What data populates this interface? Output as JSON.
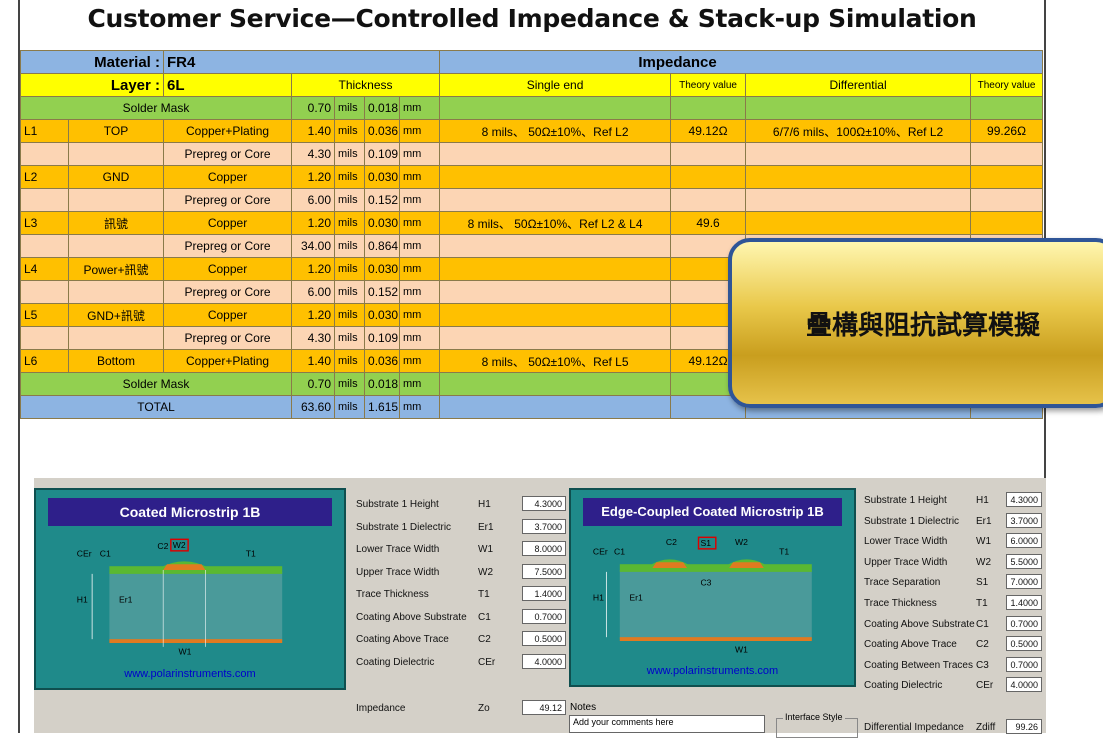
{
  "title": "Customer Service—Controlled Impedance & Stack-up Simulation",
  "header": {
    "material_label": "Material :",
    "material_value": "FR4",
    "impedance_label": "Impedance",
    "layer_label": "Layer :",
    "layer_value": "6L",
    "thickness": "Thickness",
    "single_end": "Single end",
    "theory_value": "Theory value",
    "differential": "Differential",
    "theory_value2": "Theory value"
  },
  "units": {
    "mils": "mils",
    "mm": "mm"
  },
  "rows": [
    {
      "kind": "g",
      "merged": "Solder Mask",
      "mil": "0.70",
      "mm": "0.018",
      "se": "",
      "st": "",
      "diff": "",
      "dt": ""
    },
    {
      "kind": "o",
      "layer": "L1",
      "name": "TOP",
      "type": "Copper+Plating",
      "mil": "1.40",
      "mm": "0.036",
      "se": "8 mils、 50Ω±10%、Ref L2",
      "st": "49.12Ω",
      "diff": "6/7/6 mils、100Ω±10%、Ref L2",
      "dt": "99.26Ω"
    },
    {
      "kind": "p",
      "layer": "",
      "name": "",
      "type": "Prepreg or Core",
      "mil": "4.30",
      "mm": "0.109",
      "se": "",
      "st": "",
      "diff": "",
      "dt": ""
    },
    {
      "kind": "o",
      "layer": "L2",
      "name": "GND",
      "type": "Copper",
      "mil": "1.20",
      "mm": "0.030",
      "se": "",
      "st": "",
      "diff": "",
      "dt": ""
    },
    {
      "kind": "p",
      "layer": "",
      "name": "",
      "type": "Prepreg or Core",
      "mil": "6.00",
      "mm": "0.152",
      "se": "",
      "st": "",
      "diff": "",
      "dt": ""
    },
    {
      "kind": "o",
      "layer": "L3",
      "name": "訊號",
      "type": "Copper",
      "mil": "1.20",
      "mm": "0.030",
      "se": "8 mils、 50Ω±10%、Ref L2 & L4",
      "st": "49.6",
      "diff": "",
      "dt": ""
    },
    {
      "kind": "p",
      "layer": "",
      "name": "",
      "type": "Prepreg or Core",
      "mil": "34.00",
      "mm": "0.864",
      "se": "",
      "st": "",
      "diff": "",
      "dt": ""
    },
    {
      "kind": "o",
      "layer": "L4",
      "name": "Power+訊號",
      "type": "Copper",
      "mil": "1.20",
      "mm": "0.030",
      "se": "",
      "st": "",
      "diff": "",
      "dt": ""
    },
    {
      "kind": "p",
      "layer": "",
      "name": "",
      "type": "Prepreg or Core",
      "mil": "6.00",
      "mm": "0.152",
      "se": "",
      "st": "",
      "diff": "",
      "dt": ""
    },
    {
      "kind": "o",
      "layer": "L5",
      "name": "GND+訊號",
      "type": "Copper",
      "mil": "1.20",
      "mm": "0.030",
      "se": "",
      "st": "",
      "diff": "",
      "dt": ""
    },
    {
      "kind": "p",
      "layer": "",
      "name": "",
      "type": "Prepreg or Core",
      "mil": "4.30",
      "mm": "0.109",
      "se": "",
      "st": "",
      "diff": "",
      "dt": ""
    },
    {
      "kind": "o",
      "layer": "L6",
      "name": "Bottom",
      "type": "Copper+Plating",
      "mil": "1.40",
      "mm": "0.036",
      "se": "8 mils、 50Ω±10%、Ref L5",
      "st": "49.12Ω",
      "diff": "",
      "dt": ""
    },
    {
      "kind": "g",
      "merged": "Solder Mask",
      "mil": "0.70",
      "mm": "0.018",
      "se": "",
      "st": "",
      "diff": "",
      "dt": ""
    },
    {
      "kind": "b",
      "merged": "TOTAL",
      "mil": "63.60",
      "mm": "1.615",
      "se": "",
      "st": "",
      "diff": "",
      "dt": ""
    }
  ],
  "badge": "疊構與阻抗試算模擬",
  "left_panel": {
    "title": "Coated Microstrip 1B",
    "url": "www.polarinstruments.com",
    "labels": {
      "cer": "CEr",
      "c1": "C1",
      "c2": "C2",
      "w2": "W2",
      "t1": "T1",
      "h1": "H1",
      "er1": "Er1",
      "w1": "W1"
    },
    "params": [
      {
        "label": "Substrate 1 Height",
        "sym": "H1",
        "val": "4.3000"
      },
      {
        "label": "Substrate 1 Dielectric",
        "sym": "Er1",
        "val": "3.7000"
      },
      {
        "label": "Lower Trace Width",
        "sym": "W1",
        "val": "8.0000"
      },
      {
        "label": "Upper Trace Width",
        "sym": "W2",
        "val": "7.5000"
      },
      {
        "label": "Trace Thickness",
        "sym": "T1",
        "val": "1.4000"
      },
      {
        "label": "Coating Above Substrate",
        "sym": "C1",
        "val": "0.7000"
      },
      {
        "label": "Coating Above Trace",
        "sym": "C2",
        "val": "0.5000"
      },
      {
        "label": "Coating Dielectric",
        "sym": "CEr",
        "val": "4.0000"
      }
    ],
    "impedance_label": "Impedance",
    "impedance_sym": "Zo",
    "impedance_val": "49.12"
  },
  "notes": {
    "label": "Notes",
    "placeholder": "Add your comments here"
  },
  "interface_style": "Interface Style",
  "right_panel": {
    "title": "Edge-Coupled Coated Microstrip 1B",
    "url": "www.polarinstruments.com",
    "labels": {
      "cer": "CEr",
      "c1": "C1",
      "c2": "C2",
      "s1": "S1",
      "w2": "W2",
      "t1": "T1",
      "c3": "C3",
      "h1": "H1",
      "er1": "Er1",
      "w1": "W1"
    },
    "params": [
      {
        "label": "Substrate 1 Height",
        "sym": "H1",
        "val": "4.3000"
      },
      {
        "label": "Substrate 1 Dielectric",
        "sym": "Er1",
        "val": "3.7000"
      },
      {
        "label": "Lower Trace Width",
        "sym": "W1",
        "val": "6.0000"
      },
      {
        "label": "Upper Trace Width",
        "sym": "W2",
        "val": "5.5000"
      },
      {
        "label": "Trace Separation",
        "sym": "S1",
        "val": "7.0000"
      },
      {
        "label": "Trace Thickness",
        "sym": "T1",
        "val": "1.4000"
      },
      {
        "label": "Coating Above Substrate",
        "sym": "C1",
        "val": "0.7000"
      },
      {
        "label": "Coating Above Trace",
        "sym": "C2",
        "val": "0.5000"
      },
      {
        "label": "Coating Between Traces",
        "sym": "C3",
        "val": "0.7000"
      },
      {
        "label": "Coating Dielectric",
        "sym": "CEr",
        "val": "4.0000"
      }
    ],
    "impedance_label": "Differential Impedance",
    "impedance_sym": "Zdiff",
    "impedance_val": "99.26"
  }
}
